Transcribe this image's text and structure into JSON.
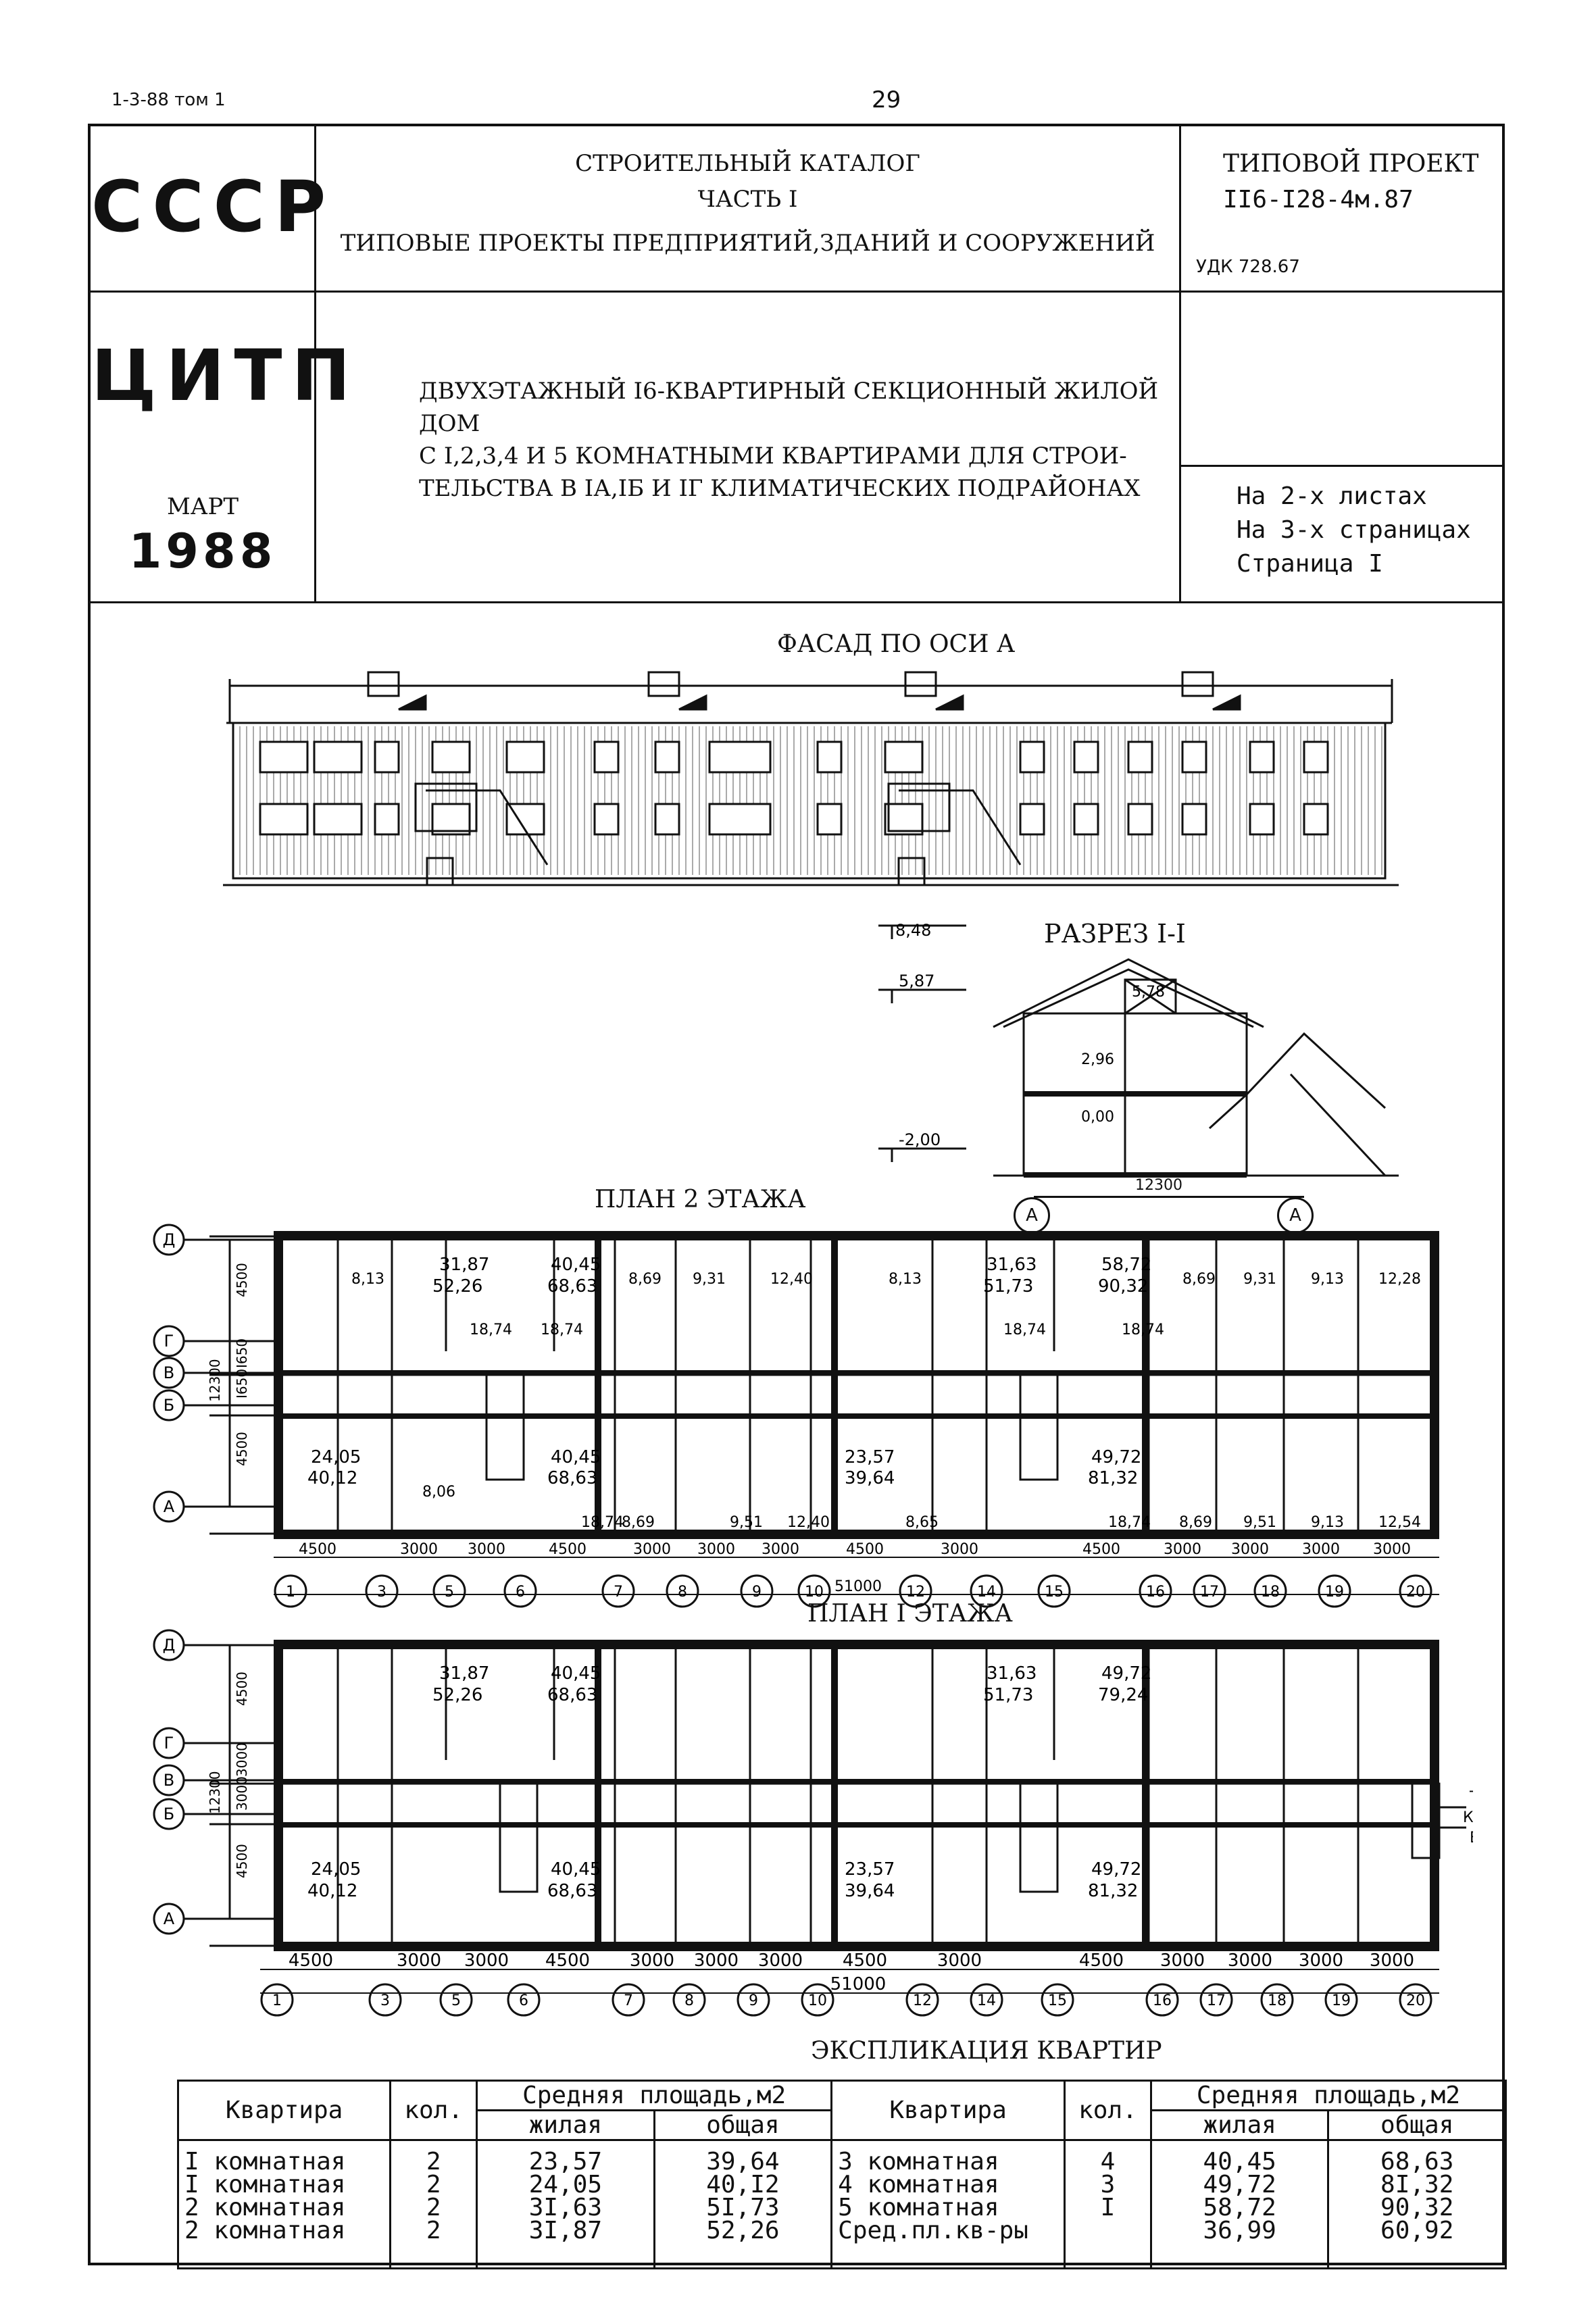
{
  "header": {
    "series_ref": "1-3-88 том 1",
    "page_number": "29",
    "org_country": "СССР",
    "org_name": "ЦИТП",
    "month": "МАРТ",
    "year": "1988",
    "catalog_title": "СТРОИТЕЛЬНЫЙ КАТАЛОГ",
    "catalog_part": "ЧАСТЬ I",
    "catalog_subtitle": "ТИПОВЫЕ ПРОЕКТЫ ПРЕДПРИЯТИЙ,ЗДАНИЙ И СООРУЖЕНИЙ",
    "project_label": "ТИПОВОЙ ПРОЕКТ",
    "project_code": "II6-I28-4м.87",
    "udk": "УДК 728.67",
    "description_lines": [
      "ДВУХЭТАЖНЫЙ I6-КВАРТИРНЫЙ СЕКЦИОННЫЙ ЖИЛОЙ ДОМ",
      "С I,2,3,4 И 5 КОМНАТНЫМИ КВАРТИРАМИ ДЛЯ СТРОИ-",
      "ТЕЛЬСТВА В IА,IБ И IГ КЛИМАТИЧЕСКИХ ПОДРАЙОНАХ"
    ],
    "sheets_lines": [
      "На 2-х листах",
      "На 3-х страницах",
      "Страница I"
    ]
  },
  "drawings": {
    "facade_title": "ФАСАД ПО  ОСИ  А",
    "section_title": "РАЗРЕЗ  I-I",
    "section_marks": [
      "8,48",
      "5,87",
      "5,78",
      "2,96",
      "0,00",
      "-2,00"
    ],
    "section_width": "12300",
    "section_axes": [
      "А",
      "А"
    ],
    "plan2_title": "ПЛАН 2 ЭТАЖА",
    "plan1_title": "ПЛАН  I  ЭТАЖА",
    "row_axes": [
      "Д",
      "Г",
      "В",
      "Б",
      "А"
    ],
    "vertical_dims": [
      "4500",
      "I650",
      "I650",
      "4500",
      "12300"
    ],
    "vertical_dims_1": [
      "4500",
      "3000",
      "3000",
      "4500",
      "12300"
    ],
    "bay_dims": [
      "4500",
      "3000",
      "3000",
      "4500",
      "3000",
      "3000",
      "3000",
      "4500",
      "3000",
      "4500",
      "3000",
      "3000",
      "3000",
      "3000"
    ],
    "total_length": "51000",
    "column_axes": [
      "1",
      "3",
      "5",
      "6",
      "7",
      "8",
      "9",
      "10",
      "12",
      "14",
      "15",
      "16",
      "17",
      "18",
      "19",
      "20"
    ],
    "apartment_fractions_plan2": [
      {
        "top": "31,87",
        "bottom": "52,26"
      },
      {
        "top": "40,45",
        "bottom": "68,63"
      },
      {
        "top": "31,63",
        "bottom": "51,73"
      },
      {
        "top": "58,72",
        "bottom": "90,32"
      },
      {
        "top": "24,05",
        "bottom": "40,12"
      },
      {
        "top": "40,45",
        "bottom": "68,63"
      },
      {
        "top": "23,57",
        "bottom": "39,64"
      },
      {
        "top": "49,72",
        "bottom": "81,32"
      }
    ],
    "apartment_fractions_plan1": [
      {
        "top": "31,87",
        "bottom": "52,26"
      },
      {
        "top": "40,45",
        "bottom": "68,63"
      },
      {
        "top": "31,63",
        "bottom": "51,73"
      },
      {
        "top": "49,72",
        "bottom": "79,24"
      },
      {
        "top": "24,05",
        "bottom": "40,12"
      },
      {
        "top": "40,45",
        "bottom": "68,63"
      },
      {
        "top": "23,57",
        "bottom": "39,64"
      },
      {
        "top": "49,72",
        "bottom": "81,32"
      }
    ],
    "room_areas_top": [
      "8,13",
      "18,74",
      "18,74",
      "8,69",
      "9,31",
      "12,40",
      "8,13",
      "18,74",
      "18,74",
      "8,69",
      "9,31",
      "9,13",
      "12,28"
    ],
    "room_areas_bottom": [
      "8,06",
      "18,74",
      "8,69",
      "9,51",
      "12,40",
      "8,65",
      "18,74",
      "8,69",
      "9,51",
      "9,13",
      "12,54"
    ],
    "entry_labels": [
      "Т",
      "К",
      "В"
    ]
  },
  "explication": {
    "title": "ЭКСПЛИКАЦИЯ КВАРТИР",
    "headers": {
      "apartment": "Квартира",
      "count": "кол.",
      "avg_area": "Средняя площадь,м2",
      "living": "жилая",
      "total": "общая"
    },
    "left": [
      {
        "type": "I комнатная",
        "count": "2",
        "living": "23,57",
        "total": "39,64"
      },
      {
        "type": "I комнатная",
        "count": "2",
        "living": "24,05",
        "total": "40,I2"
      },
      {
        "type": "2 комнатная",
        "count": "2",
        "living": "3I,63",
        "total": "5I,73"
      },
      {
        "type": "2 комнатная",
        "count": "2",
        "living": "3I,87",
        "total": "52,26"
      }
    ],
    "right": [
      {
        "type": "3 комнатная",
        "count": "4",
        "living": "40,45",
        "total": "68,63"
      },
      {
        "type": "4 комнатная",
        "count": "3",
        "living": "49,72",
        "total": "8I,32"
      },
      {
        "type": "5 комнатная",
        "count": "I",
        "living": "58,72",
        "total": "90,32"
      },
      {
        "type": "Сред.пл.кв-ры",
        "count": "",
        "living": "36,99",
        "total": "60,92"
      }
    ]
  }
}
